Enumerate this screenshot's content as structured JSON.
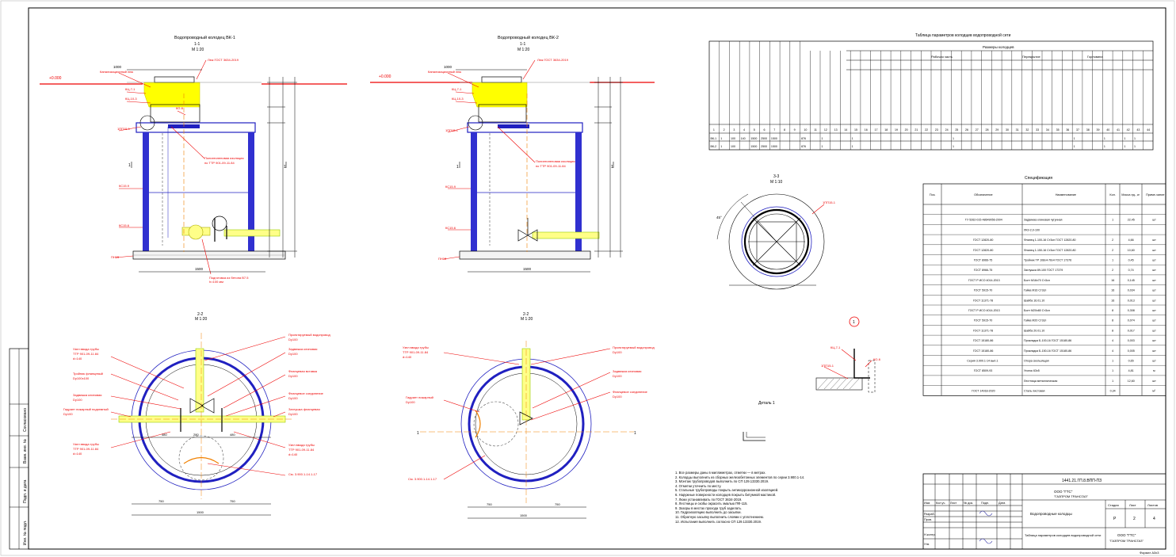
{
  "sheet": {
    "code": "1441.21.ГП.8.ВПП-ПЗ",
    "company": "ООО \"ГТС\"",
    "company2": "\"ГАЗПРОМ ТРАНСГАЗ\"",
    "sheet_no": "2",
    "sheets": "4",
    "format": "Формат А3х3",
    "footer_title": "Таблица параметров колодцев водопроводной сети",
    "stage": "Р"
  },
  "views": {
    "section_a_title": "Водопроводный колодец ВК-1",
    "section_a_cut": "1-1",
    "section_a_scale": "М 1:20",
    "section_b_title": "Водопроводный колодец ВК-2",
    "section_b_cut": "1-1",
    "section_b_scale": "М 1:20",
    "plan_a_cut": "2-2",
    "plan_a_scale": "М 1:20",
    "plan_b_cut": "2-2",
    "plan_b_scale": "М 1:20",
    "hatch_cut": "3-3",
    "hatch_scale": "М 1:10",
    "node_label": "1",
    "node_title": "Деталь 1",
    "dim_bottom_a": "1500",
    "dim_bottom_b": "1500",
    "dim_top_a": "1000",
    "dim_top_b": "1000",
    "elev_a": "+0.000",
    "elev_b": "+0.000",
    "angle": "45°"
  },
  "table_params": {
    "title": "Таблица параметров колодцев водопроводной сети",
    "group1": "Размеры колодцев",
    "group2": "Рабочая часть",
    "group3": "Горловина",
    "group4": "Перекрытие",
    "col_nums": [
      "1",
      "2",
      "3",
      "4",
      "5",
      "6",
      "7",
      "8",
      "9",
      "10",
      "11",
      "12",
      "13",
      "14",
      "15",
      "16",
      "17",
      "18",
      "19",
      "20",
      "21",
      "22",
      "23",
      "24",
      "25",
      "26",
      "27",
      "28",
      "29",
      "30",
      "31",
      "32",
      "33",
      "34",
      "35",
      "36",
      "37",
      "38",
      "39",
      "40",
      "41",
      "42",
      "43",
      "44"
    ],
    "rows": [
      [
        "ВК-1",
        "1",
        "100",
        "140",
        "1500",
        "2500",
        "1500",
        "",
        "",
        "876",
        "",
        "1",
        "",
        "",
        "1",
        "",
        "",
        "",
        "",
        "",
        "",
        "",
        "",
        "",
        "1",
        "",
        "",
        "",
        "",
        "",
        "",
        "",
        "",
        "",
        "",
        "",
        "1",
        "",
        "",
        "1",
        "",
        "1",
        "1",
        ""
      ],
      [
        "ВК-2",
        "1",
        "100",
        "",
        "1500",
        "2500",
        "1500",
        "",
        "",
        "876",
        "",
        "1",
        "",
        "",
        "1",
        "",
        "",
        "",
        "",
        "",
        "",
        "",
        "",
        "",
        "1",
        "",
        "",
        "",
        "",
        "",
        "",
        "",
        "",
        "",
        "",
        "",
        "1",
        "",
        "",
        "1",
        "",
        "1",
        "1",
        ""
      ]
    ]
  },
  "specification": {
    "title": "Спецификация",
    "headers": [
      "Поз.",
      "Обозначение",
      "Наименование",
      "Кол.",
      "Масса ед., кг",
      "Приме-чание"
    ],
    "rows": [
      [
        "",
        "",
        "",
        "",
        "",
        ""
      ],
      [
        "",
        "ТУ 5262-015-48649056-2004",
        "Задвижка клиновая чугунная",
        "1",
        "22,45",
        "шт"
      ],
      [
        "",
        "",
        "ЛКЗ-2,0-100",
        "",
        "",
        ""
      ],
      [
        "",
        "ГОСТ 12820-80",
        "Фланец 1-100-16 Ст3сп ГОСТ 12820-80",
        "2",
        "4,66",
        "шт"
      ],
      [
        "",
        "ГОСТ 12820-80",
        "Фланец 1-150-16 Ст3сп ГОСТ 12820-80",
        "2",
        "10,60",
        "шт"
      ],
      [
        "",
        "ГОСТ 8966-75",
        "Тройник ТР 108х4-76х4 ГОСТ 17376",
        "1",
        "0,45",
        "шт"
      ],
      [
        "",
        "ГОСТ 8966-75",
        "Заглушка 89-100 ГОСТ 17379",
        "2",
        "0,74",
        "шт"
      ],
      [
        "",
        "ГОСТ Р ИСО 4014-2013",
        "Болт М16х70 Ст3сп",
        "16",
        "0,145",
        "шт"
      ],
      [
        "",
        "ГОСТ 5915-70",
        "Гайка М16 Ст3сп",
        "16",
        "0,034",
        "шт"
      ],
      [
        "",
        "ГОСТ 11371-78",
        "Шайба 16.01.10",
        "16",
        "0,013",
        "шт"
      ],
      [
        "",
        "ГОСТ Р ИСО 4014-2013",
        "Болт М20х80 Ст3сп",
        "8",
        "0,308",
        "шт"
      ],
      [
        "",
        "ГОСТ 5915-70",
        "Гайка М20 Ст3сп",
        "8",
        "0,074",
        "шт"
      ],
      [
        "",
        "ГОСТ 11371-78",
        "Шайба 20.01.10",
        "8",
        "0,017",
        "шт"
      ],
      [
        "",
        "ГОСТ 15180-86",
        "Прокладка Б-100-16 ГОСТ 15180-86",
        "4",
        "0,003",
        "шт"
      ],
      [
        "",
        "ГОСТ 15180-86",
        "Прокладка Б-150-16 ГОСТ 15180-86",
        "4",
        "0,005",
        "шт"
      ],
      [
        "",
        "Серия 3.900.1-14 вып.1",
        "Опора скользящая",
        "1",
        "0,65",
        "шт"
      ],
      [
        "",
        "ГОСТ 8509-93",
        "Уголок 63х5",
        "1",
        "4,81",
        "м"
      ],
      [
        "",
        "",
        "Лестница металлическая",
        "1",
        "12,60",
        "шт"
      ],
      [
        "",
        "ГОСТ 14918-2020",
        "Сталь листовая",
        "0,34",
        "",
        "м²"
      ]
    ]
  },
  "notes": [
    "1. Все размеры даны в миллиметрах, отметки — в метрах.",
    "2. Колодцы выполнить из сборных железобетонных элементов по серии 3.900.1-14.",
    "3. Монтаж трубопроводов выполнить по СП 129.13330.2019.",
    "4. Отметки уточнить по месту.",
    "5. Стальные трубопроводы покрыть антикоррозионной изоляцией.",
    "6. Наружные поверхности колодцев покрыть битумной мастикой.",
    "7. Люки устанавливать по ГОСТ 3634-2019.",
    "8. Лестницы и скобы окрасить эмалью ПФ-115.",
    "9. Зазоры в местах прохода труб заделать.",
    "10. Гидроизоляцию выполнить до засыпки.",
    "11. Обратную засыпку выполнить слоями с уплотнением.",
    "12. Испытания выполнить согласно СП 129.13330.2019."
  ],
  "stamp": {
    "rows": [
      "Изм.",
      "Кол.уч.",
      "Лист",
      "№ док.",
      "Подп.",
      "Дата"
    ],
    "roles": [
      "Разраб.",
      "Пров.",
      "",
      "Н.контр.",
      "Утв."
    ],
    "names": [
      "",
      "",
      "",
      "",
      ""
    ],
    "title_block": "Водопроводные колодцы",
    "col_stage": "Стадия",
    "col_sheet": "Лист",
    "col_sheets": "Листов"
  },
  "side_stamp": [
    "Согласовано",
    "Взам. инв. №",
    "Подп. и дата",
    "Инв. № подл."
  ],
  "chart_data": []
}
